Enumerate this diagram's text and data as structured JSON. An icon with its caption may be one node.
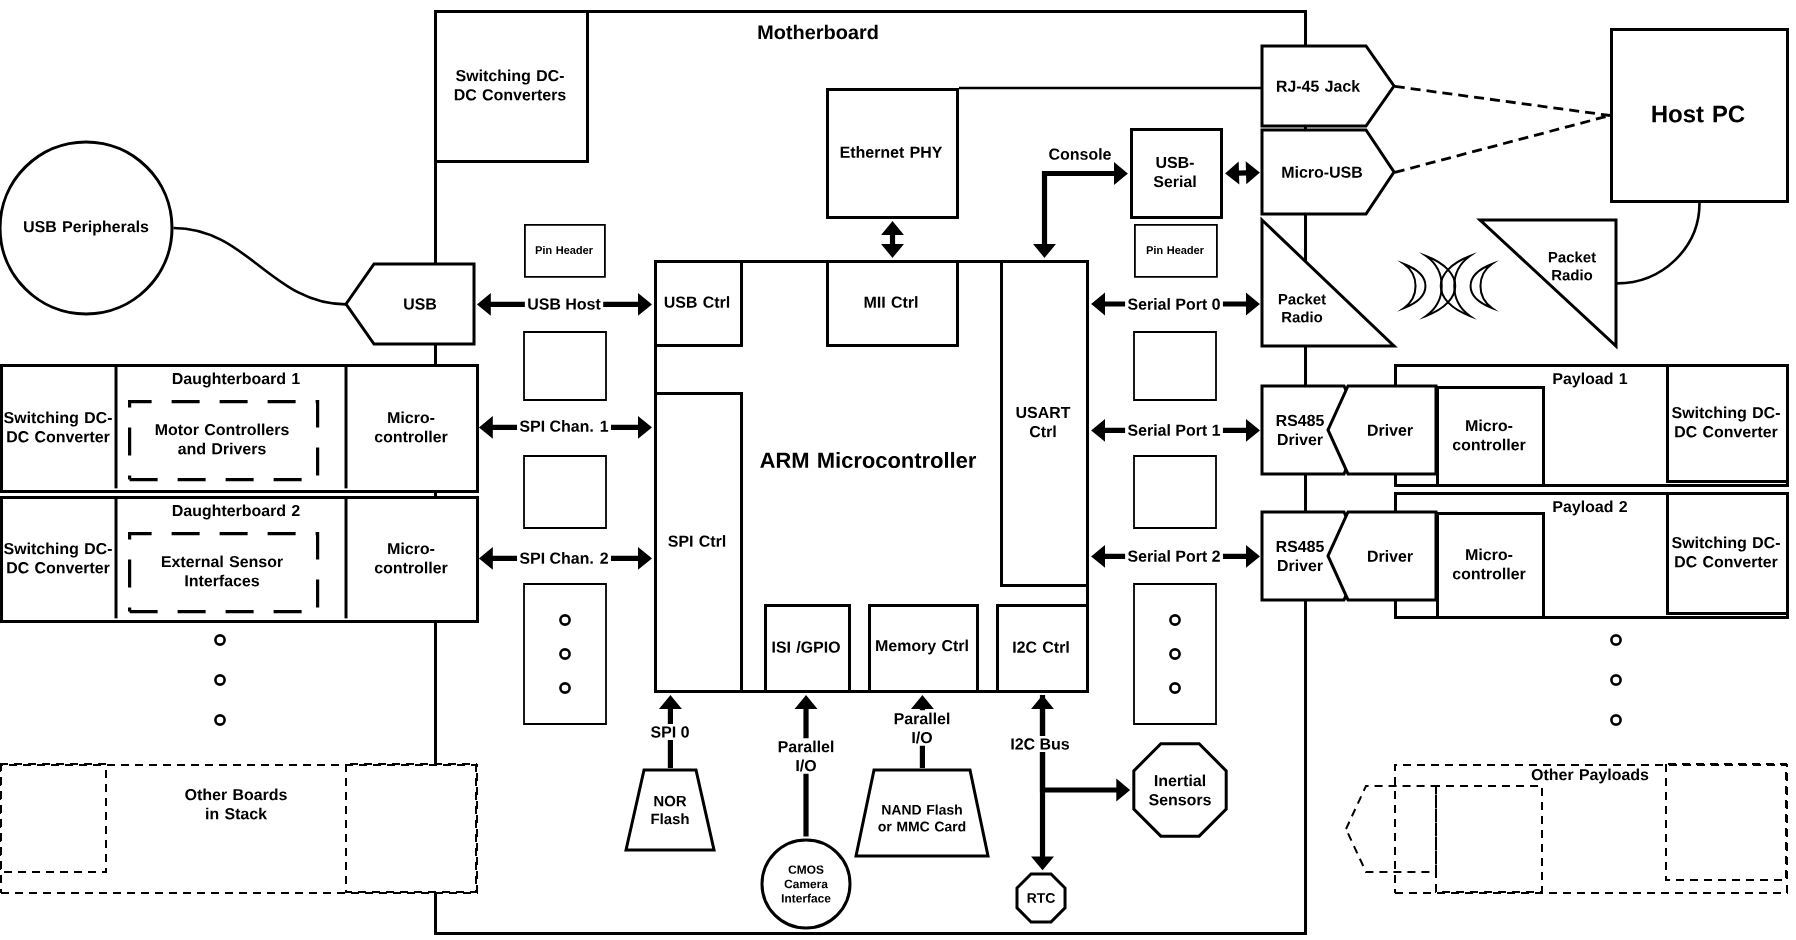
{
  "diagram": {
    "nodes": [
      {
        "text": [
          "Motherboard"
        ]
      },
      {
        "text": [
          "Switching DC-DC Converters"
        ],
        "in": 0
      },
      {
        "text": [
          "Ethernet PHY"
        ],
        "in": 0
      },
      {
        "text": [
          "USB-Serial"
        ],
        "in": 0
      },
      {
        "text": [
          "RJ-45 Jack"
        ]
      },
      {
        "text": [
          "Micro-USB"
        ]
      },
      {
        "text": [
          "Host PC"
        ]
      },
      {
        "text": [
          "USB Peripherals"
        ]
      },
      {
        "text": [
          "USB"
        ]
      },
      {
        "text": [
          "Pin Header"
        ],
        "in": 0
      },
      {
        "text": [
          "ARM Microcontroller"
        ],
        "in": 0
      },
      {
        "text": [
          "USB Ctrl"
        ],
        "in": 10
      },
      {
        "text": [
          "MII Ctrl"
        ],
        "in": 10
      },
      {
        "text": [
          "USART Ctrl"
        ],
        "in": 10
      },
      {
        "text": [
          "SPI Ctrl"
        ],
        "in": 10
      },
      {
        "text": [
          "ISI /GPIO"
        ],
        "in": 10
      },
      {
        "text": [
          "Memory Ctrl"
        ],
        "in": 10
      },
      {
        "text": [
          "I2C Ctrl"
        ],
        "in": 10
      },
      {
        "text": [
          "Pin Header"
        ],
        "in": 0
      },
      {
        "text": [
          "Packet Radio"
        ]
      },
      {
        "text": [
          "Packet Radio"
        ]
      },
      {
        "text": [
          "Daughterboard 1"
        ]
      },
      {
        "text": [
          "Switching DC-DC Converter"
        ],
        "in": 21
      },
      {
        "text": [
          "Motor Controllers and Drivers"
        ],
        "in": 21
      },
      {
        "text": [
          "Micro-controller"
        ],
        "in": 21
      },
      {
        "text": [
          "Daughterboard 2"
        ]
      },
      {
        "text": [
          "Switching DC-DC Converter"
        ],
        "in": 25
      },
      {
        "text": [
          "External Sensor Interfaces"
        ],
        "in": 25
      },
      {
        "text": [
          "Micro-controller"
        ],
        "in": 25
      },
      {
        "text": [
          "Other Boards in Stack"
        ]
      },
      {
        "text": [
          "RS485 Driver"
        ]
      },
      {
        "text": [
          "Payload 1"
        ]
      },
      {
        "text": [
          "Driver"
        ]
      },
      {
        "text": [
          "Micro-controller"
        ],
        "in": 31
      },
      {
        "text": [
          "Switching DC-DC Converter"
        ],
        "in": 31
      },
      {
        "text": [
          "RS485 Driver"
        ]
      },
      {
        "text": [
          "Payload 2"
        ]
      },
      {
        "text": [
          "Driver"
        ]
      },
      {
        "text": [
          "Micro-controller"
        ],
        "in": 36
      },
      {
        "text": [
          "Switching DC-DC Converter"
        ],
        "in": 36
      },
      {
        "text": [
          "Other Payloads"
        ]
      },
      {
        "text": [
          "NOR Flash"
        ],
        "in": 0
      },
      {
        "text": [
          "CMOS Camera Interface"
        ],
        "in": 0
      },
      {
        "text": [
          "NAND Flash or MMC Card"
        ],
        "in": 0
      },
      {
        "text": [
          "Inertial Sensors"
        ],
        "in": 0
      },
      {
        "text": [
          "RTC"
        ],
        "in": 0
      }
    ],
    "edges": [
      {
        "from": 7,
        "to": 8,
        "arrow": "none"
      },
      {
        "from": 8,
        "to": 11,
        "arrow": "both",
        "label": "USB Host"
      },
      {
        "from": 24,
        "to": 14,
        "arrow": "both",
        "label": "SPI Chan. 1"
      },
      {
        "from": 28,
        "to": 14,
        "arrow": "both",
        "label": "SPI Chan. 2"
      },
      {
        "from": 2,
        "to": 12,
        "arrow": "both"
      },
      {
        "from": 13,
        "to": 3,
        "arrow": "both",
        "label": "Console"
      },
      {
        "from": 3,
        "to": 5,
        "arrow": "both"
      },
      {
        "from": 2,
        "to": 4,
        "arrow": "none"
      },
      {
        "from": 4,
        "to": 6,
        "arrow": "none",
        "style": "dashed"
      },
      {
        "from": 5,
        "to": 6,
        "arrow": "none",
        "style": "dashed"
      },
      {
        "from": 6,
        "to": 20,
        "arrow": "none"
      },
      {
        "from": 13,
        "to": 19,
        "arrow": "both",
        "label": "Serial Port 0"
      },
      {
        "from": 13,
        "to": 30,
        "arrow": "both",
        "label": "Serial Port 1"
      },
      {
        "from": 13,
        "to": 35,
        "arrow": "both",
        "label": "Serial Port 2"
      },
      {
        "from": 41,
        "to": 14,
        "arrow": "to",
        "label": "SPI 0"
      },
      {
        "from": 42,
        "to": 15,
        "arrow": "to",
        "label": "Parallel I/O"
      },
      {
        "from": 43,
        "to": 16,
        "arrow": "to",
        "label": "Parallel I/O"
      },
      {
        "from": 17,
        "to": 45,
        "arrow": "both",
        "label": "I2C Bus"
      },
      {
        "from": 17,
        "to": 44,
        "arrow": "to"
      }
    ]
  }
}
